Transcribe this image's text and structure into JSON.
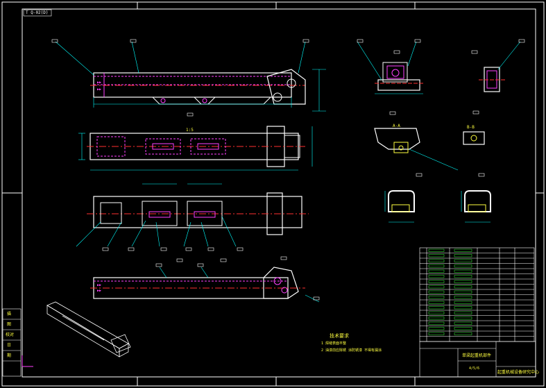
{
  "drawing": {
    "corner_code": "T Q-02(D)",
    "scale_label": "1:5",
    "tech_req_title": "技术要求",
    "tech_req_line1": "1  焊缝表面平整",
    "tech_req_line2": "2  油漆前应除锈 涂防锈漆 不得有漏涂",
    "title_block_name": "单梁起重机部件",
    "title_block_org": "起重机械设备研究中心",
    "title_block_num": "4/5/6",
    "left_strip": [
      "描",
      "图",
      "校对",
      "日",
      "期"
    ],
    "section_a": "A-A",
    "section_b": "B-B"
  },
  "colors": {
    "frame": "#ffffff",
    "outline": "#ffffff",
    "hidden": "#ff40ff",
    "dimension": "#00ffff",
    "leader": "#00ffff",
    "centerline": "#ff3030",
    "label": "#ffff40",
    "accent": "#40ff40"
  }
}
